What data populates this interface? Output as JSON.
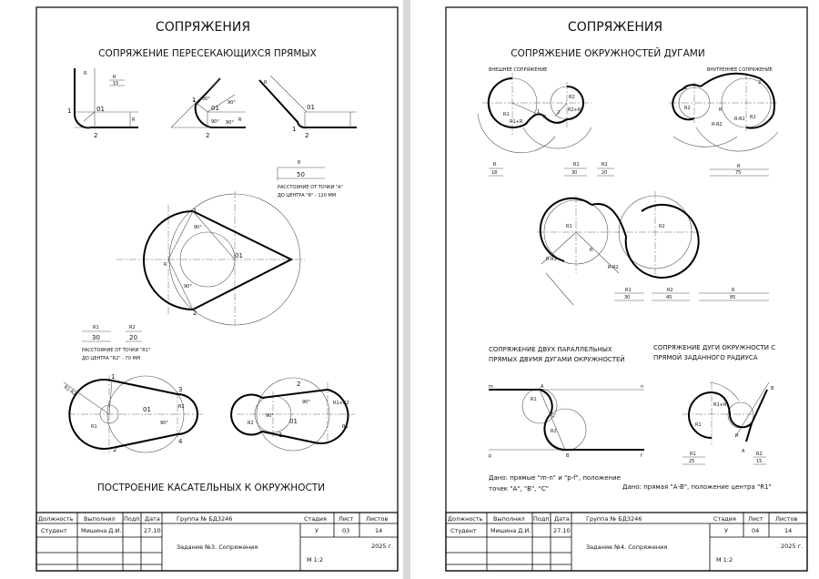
{
  "pages": [
    {
      "title": "СОПРЯЖЕНИЯ",
      "subtitle": "СОПРЯЖЕНИЕ ПЕРЕСЕКАЮЩИХСЯ ПРЯМЫХ",
      "fig_labels": {
        "R": "R",
        "p1": "1",
        "p2": "2",
        "o1": "01",
        "a90": "90°",
        "a30": "30°"
      },
      "dim_R_top": {
        "label": "R",
        "value": "15"
      },
      "dim_R": {
        "label": "R",
        "value": "50"
      },
      "note1": [
        "РАССТОЯНИЕ ОТ ТОЧКИ \"А\"",
        "ДО ЦЕНТРА \"R\" - 120 ММ"
      ],
      "dim_R1": {
        "label": "R1",
        "value": "30"
      },
      "dim_R2": {
        "label": "R2",
        "value": "20"
      },
      "note2": [
        "РАССТОЯНИЕ ОТ ТОЧКИ \"R1\"",
        "ДО ЦЕНТРА \"R2\" - 70 ММ"
      ],
      "bottom_labels": {
        "r1r2": "R1-R2",
        "r1": "R1",
        "r2": "R2",
        "r1pr2": "R1+R2",
        "p3": "3",
        "p4": "4"
      },
      "section_title": "ПОСТРОЕНИЕ КАСАТЕЛЬНЫХ К ОКРУЖНОСТИ",
      "stamp": {
        "h": [
          "Должность",
          "Выполнил",
          "Подп.",
          "Дата",
          "Группа № БД3246",
          "Стадия",
          "Лист",
          "Листов"
        ],
        "role": "Студент",
        "name": "Мишина Д.И.",
        "date": "27.10",
        "stage": "У",
        "sheet": "03",
        "sheets": "14",
        "task": "Задание №3. Сопряжения",
        "year": "2025 г.",
        "scale": "М 1:2"
      }
    },
    {
      "title": "СОПРЯЖЕНИЯ",
      "subtitle": "СОПРЯЖЕНИЕ ОКРУЖНОСТЕЙ ДУГАМИ",
      "ext_label": "ВНЕШНЕЕ СОПРЯЖЕНИЕ",
      "int_label": "ВНУТРЕННЕЕ СОПРЯЖЕНИЕ",
      "labels": {
        "r1": "R1",
        "r2": "R2",
        "r": "R",
        "r1r": "R1+R",
        "r2r": "R2+R",
        "rr1": "R-R1",
        "rr2": "R-R2",
        "p1": "1",
        "p2": "2"
      },
      "dims_top": [
        {
          "label": "R",
          "value": "18"
        },
        {
          "label": "R1",
          "value": "30"
        },
        {
          "label": "R2",
          "value": "20"
        },
        {
          "label": "R",
          "value": "75"
        }
      ],
      "dims_mid": [
        {
          "label": "R1",
          "value": "30"
        },
        {
          "label": "R2",
          "value": "45"
        },
        {
          "label": "R",
          "value": "85"
        }
      ],
      "sec_left": [
        "СОПРЯЖЕНИЕ ДВУХ ПАРАЛЛЕЛЬНЫХ",
        "ПРЯМЫХ ДВУМЯ ДУГАМИ ОКРУЖНОСТЕЙ"
      ],
      "sec_right": [
        "СОПРЯЖЕНИЕ ДУГИ ОКРУЖНОСТИ С",
        "ПРЯМОЙ ЗАДАННОГО РАДИУСА"
      ],
      "pts": {
        "m": "m",
        "n": "n",
        "p": "p",
        "f": "f",
        "A": "A",
        "B": "B",
        "C": "C"
      },
      "dims_bottom": [
        {
          "label": "R1",
          "value": "25"
        },
        {
          "label": "R2",
          "value": "15"
        }
      ],
      "given_left": [
        "Дано: прямые \"m-n\" и \"p-f\", положение",
        "точек \"А\", \"В\", \"С\""
      ],
      "given_right": "Дано: прямая \"А-В\", положение центра \"R1\"",
      "stamp": {
        "h": [
          "Должность",
          "Выполнил",
          "Подп.",
          "Дата",
          "Группа № БД3246",
          "Стадия",
          "Лист",
          "Листов"
        ],
        "role": "Студент",
        "name": "Мишина Д.И.",
        "date": "27.10",
        "stage": "У",
        "sheet": "04",
        "sheets": "14",
        "task": "Задание №4. Сопряжения",
        "year": "2025 г.",
        "scale": "М 1:2"
      }
    }
  ]
}
